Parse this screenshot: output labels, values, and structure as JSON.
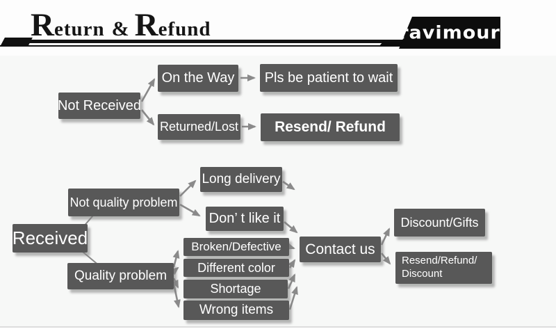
{
  "header": {
    "title_cap1": "R",
    "title_rest1": "eturn",
    "title_amp": "&",
    "title_cap2": "R",
    "title_rest2": "efund",
    "logo_text": "ravimour"
  },
  "colors": {
    "node_fill": "#585858",
    "node_text": "#ffffff",
    "arrow": "#8a8a8a",
    "header_rule": "#111111",
    "logo_bg": "#0d0d0d"
  },
  "flowchart": {
    "nodes": {
      "not_received": {
        "label": "Not Received"
      },
      "on_the_way": {
        "label": "On the Way"
      },
      "pls_be_patient": {
        "label": "Pls be patient to wait"
      },
      "returned_lost": {
        "label": "Returned/Lost"
      },
      "resend_refund": {
        "label": "Resend/ Refund"
      },
      "received": {
        "label": "Received"
      },
      "not_quality_problem": {
        "label": "Not quality problem"
      },
      "long_delivery": {
        "label": "Long delivery"
      },
      "dont_like_it": {
        "label": "Don’ t like it"
      },
      "broken_defective": {
        "label": "Broken/Defective"
      },
      "different_color": {
        "label": "Different color"
      },
      "shortage": {
        "label": "Shortage"
      },
      "wrong_items": {
        "label": "Wrong items"
      },
      "contact_us": {
        "label": "Contact us"
      },
      "discount_gifts": {
        "label": "Discount/Gifts"
      },
      "resend_refund_discount": {
        "line1": "Resend/Refund/",
        "line2": "Discount"
      }
    },
    "edges": [
      {
        "from": "not_received",
        "to": "on_the_way"
      },
      {
        "from": "not_received",
        "to": "returned_lost"
      },
      {
        "from": "on_the_way",
        "to": "pls_be_patient"
      },
      {
        "from": "returned_lost",
        "to": "resend_refund"
      },
      {
        "from": "received",
        "to": "not_quality_problem"
      },
      {
        "from": "received",
        "to": "quality_problem"
      },
      {
        "from": "not_quality_problem",
        "to": "long_delivery"
      },
      {
        "from": "not_quality_problem",
        "to": "dont_like_it"
      },
      {
        "from": "long_delivery",
        "to": "contact_us"
      },
      {
        "from": "dont_like_it",
        "to": "contact_us"
      },
      {
        "from": "quality_problem",
        "to": "broken_defective"
      },
      {
        "from": "quality_problem",
        "to": "different_color"
      },
      {
        "from": "quality_problem",
        "to": "shortage"
      },
      {
        "from": "quality_problem",
        "to": "wrong_items"
      },
      {
        "from": "broken_defective",
        "to": "contact_us"
      },
      {
        "from": "different_color",
        "to": "contact_us"
      },
      {
        "from": "shortage",
        "to": "contact_us"
      },
      {
        "from": "wrong_items",
        "to": "contact_us"
      },
      {
        "from": "contact_us",
        "to": "discount_gifts"
      },
      {
        "from": "contact_us",
        "to": "resend_refund_discount"
      }
    ],
    "quality_problem_label": "Quality problem"
  }
}
